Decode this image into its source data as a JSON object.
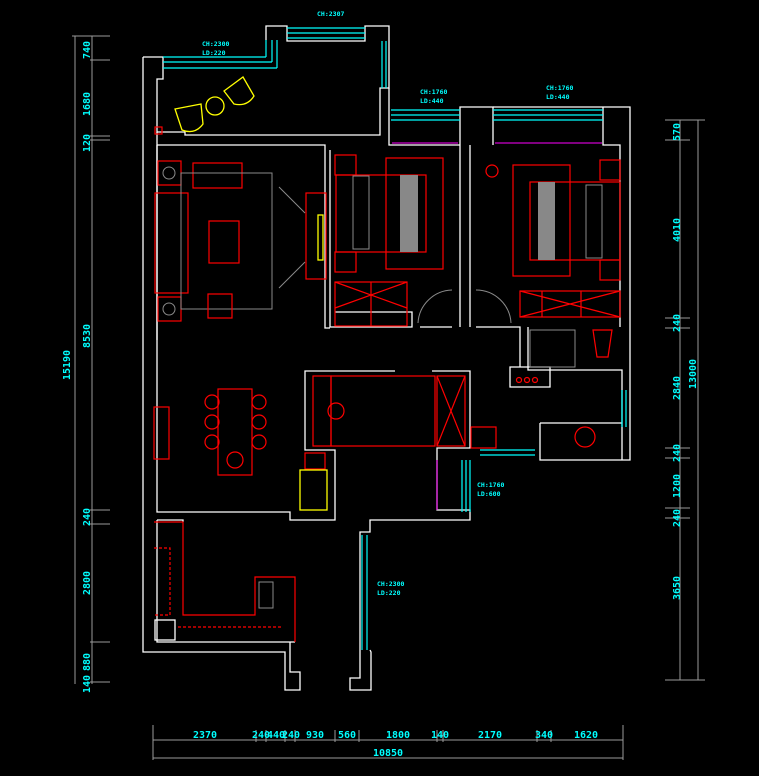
{
  "colors": {
    "background": "#000000",
    "wall": "#ffffff",
    "furniture": "#ff0000",
    "window": "#00ffff",
    "accent": "#ffff00",
    "dimension": "#9a9a9a"
  },
  "dimensions": {
    "left": {
      "total": "15190",
      "segments": [
        "740",
        "1680",
        "120",
        "8530",
        "240",
        "2800",
        "880",
        "140"
      ]
    },
    "right": {
      "total": "13000",
      "segments": [
        "570",
        "4010",
        "240",
        "2840",
        "240",
        "1200",
        "240",
        "3650"
      ]
    },
    "bottom": {
      "total": "10850",
      "segments": [
        "2370",
        "240",
        "440",
        "240",
        "930",
        "560",
        "1800",
        "140",
        "2170",
        "340",
        "1620"
      ]
    }
  },
  "window_labels": [
    {
      "ch": "CH:2307",
      "ld": ""
    },
    {
      "ch": "CH:2300",
      "ld": "LD:220"
    },
    {
      "ch": "CH:1760",
      "ld": "LD:440"
    },
    {
      "ch": "CH:1760",
      "ld": "LD:440"
    },
    {
      "ch": "CH:1760",
      "ld": "LD:600"
    },
    {
      "ch": "CH:2300",
      "ld": "LD:220"
    }
  ]
}
